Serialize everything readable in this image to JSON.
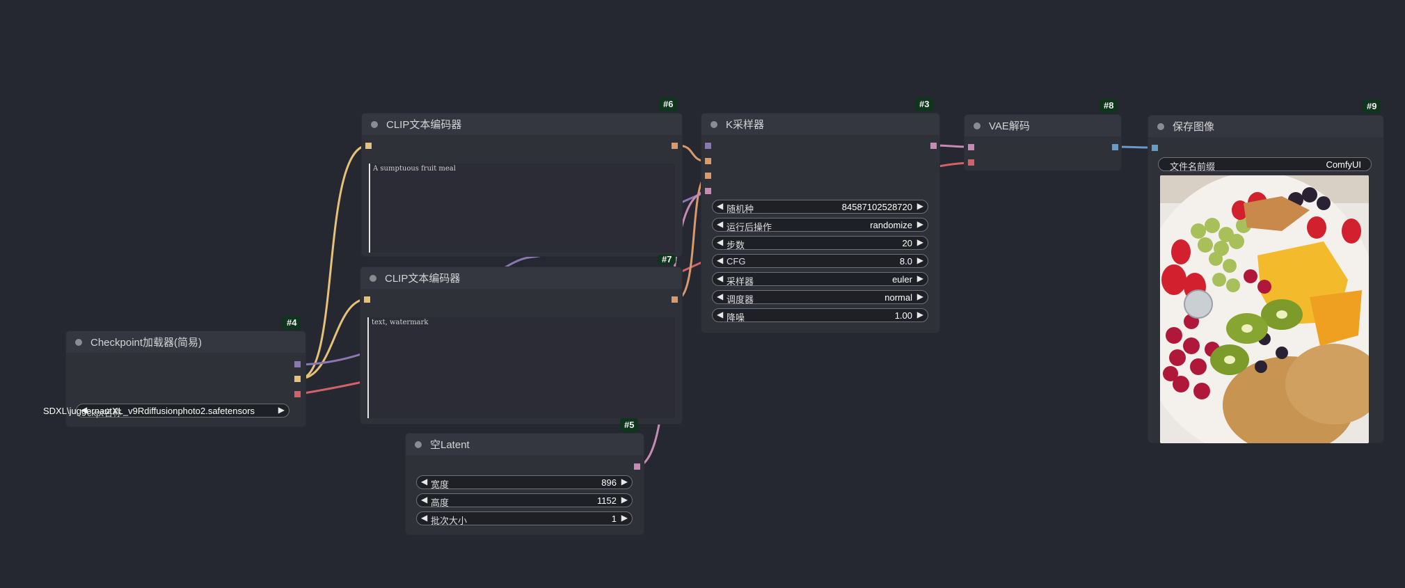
{
  "colors": {
    "canvas_bg": "#252830",
    "node_bg": "#2f3139",
    "badge_bg": "#11341c",
    "clip_wire": "#e4c27a",
    "model_wire": "#8b77b1",
    "vae_wire": "#d2626a",
    "conditioning_wire": "#d99a6c",
    "latent_wire": "#c68ab5",
    "image_wire": "#6b9ac2"
  },
  "nodes": {
    "clip_pos": {
      "badge": "#6",
      "title": "CLIP文本编码器",
      "text": "A sumptuous fruit meal"
    },
    "clip_neg": {
      "badge": "#7",
      "title": "CLIP文本编码器",
      "text": "text, watermark"
    },
    "ksampler": {
      "badge": "#3",
      "title": "K采样器",
      "widgets": [
        {
          "label": "随机种",
          "value": "84587102528720"
        },
        {
          "label": "运行后操作",
          "value": "randomize"
        },
        {
          "label": "步数",
          "value": "20"
        },
        {
          "label": "CFG",
          "value": "8.0"
        },
        {
          "label": "采样器",
          "value": "euler"
        },
        {
          "label": "调度器",
          "value": "normal"
        },
        {
          "label": "降噪",
          "value": "1.00"
        }
      ]
    },
    "vae_decode": {
      "badge": "#8",
      "title": "VAE解码"
    },
    "save_image": {
      "badge": "#9",
      "title": "保存图像",
      "widget": {
        "label": "文件名前缀",
        "value": "ComfyUI"
      }
    },
    "checkpoint": {
      "badge": "#4",
      "title": "Checkpoint加载器(简易)",
      "ckpt_name": "SDXL\\juggernautXL_v9Rdiffusionphoto2.safetensors",
      "ckpt_overlap": "ckpt名称"
    },
    "empty_latent": {
      "badge": "#5",
      "title": "空Latent",
      "widgets": [
        {
          "label": "宽度",
          "value": "896"
        },
        {
          "label": "高度",
          "value": "1152"
        },
        {
          "label": "批次大小",
          "value": "1"
        }
      ]
    }
  }
}
